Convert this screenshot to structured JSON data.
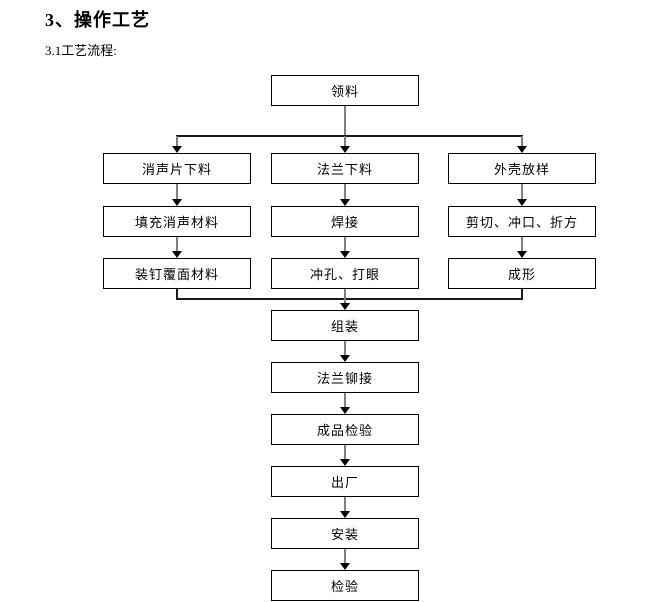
{
  "page": {
    "title": "3、操作工艺",
    "subtitle": "3.1工艺流程:"
  },
  "flowchart": {
    "nodes": [
      {
        "id": "lingliao",
        "label": "领料"
      },
      {
        "id": "xiaoshengpian-xialiao",
        "label": "消声片下料"
      },
      {
        "id": "falan-xialiao",
        "label": "法兰下料"
      },
      {
        "id": "waike-fangyang",
        "label": "外壳放样"
      },
      {
        "id": "tianchong-xiaosheng-cailiao",
        "label": "填充消声材料"
      },
      {
        "id": "hanjie",
        "label": "焊接"
      },
      {
        "id": "jianqie-chongkou-zhefang",
        "label": "剪切、冲口、折方"
      },
      {
        "id": "zhuangding-fumian-cailiao",
        "label": "装钉覆面材料"
      },
      {
        "id": "chongkong-dayan",
        "label": "冲孔、打眼"
      },
      {
        "id": "chengxing",
        "label": "成形"
      },
      {
        "id": "zuzhuang",
        "label": "组装"
      },
      {
        "id": "falan-maojie",
        "label": "法兰铆接"
      },
      {
        "id": "chengpin-jianyan",
        "label": "成品检验"
      },
      {
        "id": "chuchang",
        "label": "出厂"
      },
      {
        "id": "anzhuang",
        "label": "安装"
      },
      {
        "id": "jianyan",
        "label": "检验"
      }
    ],
    "edges": [
      {
        "from": "领料",
        "to": "消声片下料"
      },
      {
        "from": "领料",
        "to": "法兰下料"
      },
      {
        "from": "领料",
        "to": "外壳放样"
      },
      {
        "from": "消声片下料",
        "to": "填充消声材料"
      },
      {
        "from": "填充消声材料",
        "to": "装钉覆面材料"
      },
      {
        "from": "法兰下料",
        "to": "焊接"
      },
      {
        "from": "焊接",
        "to": "冲孔、打眼"
      },
      {
        "from": "外壳放样",
        "to": "剪切、冲口、折方"
      },
      {
        "from": "剪切、冲口、折方",
        "to": "成形"
      },
      {
        "from": "装钉覆面材料",
        "to": "组装"
      },
      {
        "from": "冲孔、打眼",
        "to": "组装"
      },
      {
        "from": "成形",
        "to": "组装"
      },
      {
        "from": "组装",
        "to": "法兰铆接"
      },
      {
        "from": "法兰铆接",
        "to": "成品检验"
      },
      {
        "from": "成品检验",
        "to": "出厂"
      },
      {
        "from": "出厂",
        "to": "安装"
      },
      {
        "from": "安装",
        "to": "检验"
      }
    ],
    "colors": {
      "box_border": "#000000",
      "box_fill": "#ffffff",
      "text": "#000000",
      "arrow_shaft": "#7f7f7f",
      "arrow_head": "#000000",
      "branch_line": "#1a1a1a"
    }
  }
}
